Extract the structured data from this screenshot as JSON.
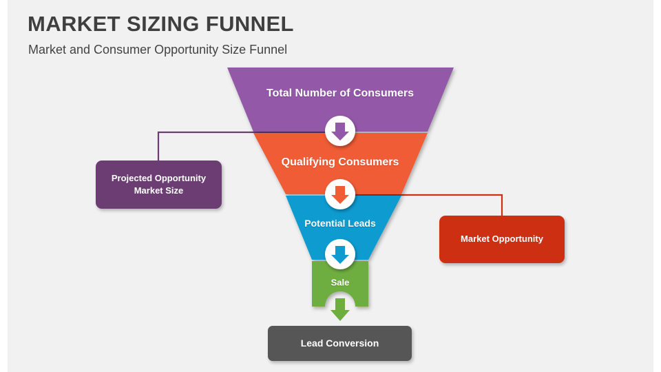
{
  "slide": {
    "title": "MARKET SIZING FUNNEL",
    "subtitle": "Market and Consumer Opportunity Size Funnel",
    "background_color": "#f1f1f1",
    "title_color": "#3f3f3f"
  },
  "funnel": {
    "stages": [
      {
        "label": "Total Number of Consumers",
        "color": "#9358a8",
        "shape": "trapezoid"
      },
      {
        "label": "Qualifying Consumers",
        "color": "#ef5c36",
        "shape": "trapezoid"
      },
      {
        "label": "Potential Leads",
        "color": "#0d9bd0",
        "shape": "trapezoid"
      },
      {
        "label": "Sale",
        "color": "#6eae3f",
        "shape": "rectangle"
      }
    ],
    "connector_arrows": [
      {
        "name": "arrow-purple",
        "color": "#9358a8",
        "in_circle": true
      },
      {
        "name": "arrow-orange",
        "color": "#ef5c36",
        "in_circle": true
      },
      {
        "name": "arrow-blue",
        "color": "#0d9bd0",
        "in_circle": true
      },
      {
        "name": "arrow-green",
        "color": "#6eae3f",
        "in_circle": false
      }
    ]
  },
  "callouts": [
    {
      "id": "projected",
      "label": "Projected Opportunity Market Size",
      "line1": "Projected Opportunity",
      "line2": "Market Size",
      "color": "#6b3d73",
      "connector_color": "#6b3d73",
      "side": "left",
      "targets_stage": "Qualifying Consumers"
    },
    {
      "id": "market",
      "label": "Market Opportunity",
      "color": "#cc2f11",
      "connector_color": "#cc2f11",
      "side": "right",
      "targets_stage": "Potential Leads"
    }
  ],
  "result": {
    "label": "Lead Conversion",
    "color": "#565656"
  }
}
